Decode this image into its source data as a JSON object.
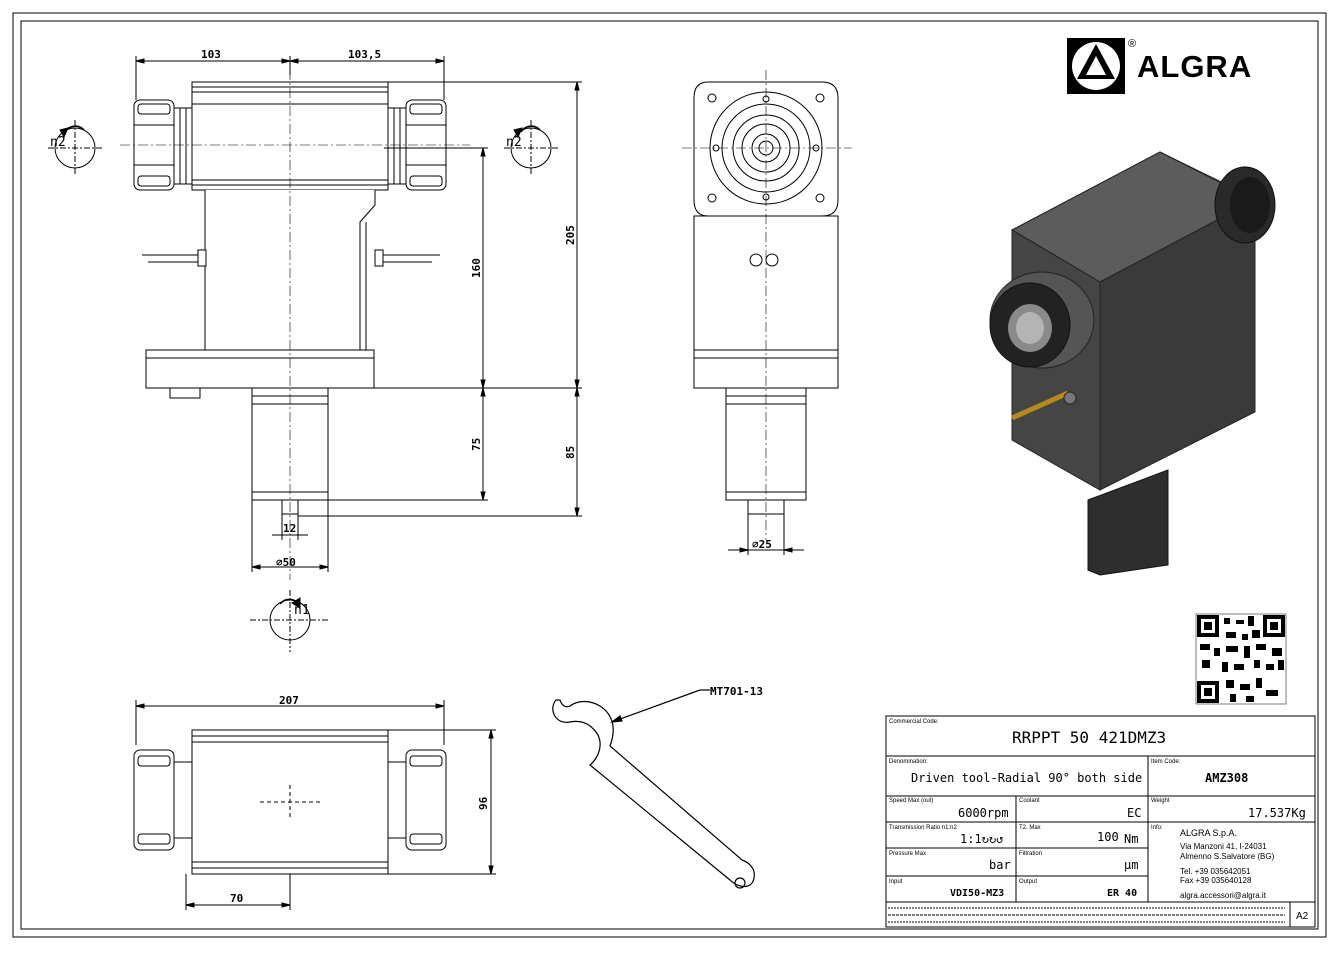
{
  "logo": {
    "brand": "ALGRA",
    "registered": "®"
  },
  "dimensions": {
    "front_w1": "103",
    "front_w2": "103,5",
    "front_h_total": "205",
    "front_h_mid": "160",
    "front_h_shank": "75",
    "front_h_lower": "85",
    "front_key": "12",
    "front_diam": "∅50",
    "side_diam": "∅25",
    "top_w": "207",
    "top_h": "96",
    "top_w_part": "70"
  },
  "rotation_labels": {
    "n2_left": "n2",
    "n2_right": "n2",
    "n1": "n1"
  },
  "wrench_label": "MT701-13",
  "title_block": {
    "commercial_code_label": "Commercial Code:",
    "commercial_code": "RRPPT 50 421DMZ3",
    "denomination_label": "Denomination:",
    "denomination": "Driven tool-Radial 90° both side",
    "item_code_label": "Item Code:",
    "item_code": "AMZ308",
    "speed_label": "Speed Max (out)",
    "speed_value": "6000rpm",
    "coolant_label": "Coolant",
    "coolant_value": "EC",
    "weight_label": "Weight",
    "weight_value": "17.537Kg",
    "ratio_label": "Transmission Ratio n1:n2",
    "ratio_value": "1:1↻↻↺",
    "torque_label": "T2. Max",
    "torque_value": "100",
    "torque_unit": "Nm",
    "info_label": "Info:",
    "pressure_label": "Pressure Max",
    "pressure_value": "bar",
    "filtration_label": "Filtration",
    "filtration_value": "μm",
    "input_label": "Input",
    "input_value": "VDI50-MZ3",
    "output_label": "Output",
    "output_value": "ER 40",
    "company": "ALGRA S.p.A.",
    "address1": "Via Manzoni 41, I-24031",
    "address2": "Almenno S.Salvatore (BG)",
    "tel": "Tel. +39 035642051",
    "fax": "Fax +39 035640128",
    "email": "algra.accessori@algra.it",
    "sheet_size": "A2"
  }
}
